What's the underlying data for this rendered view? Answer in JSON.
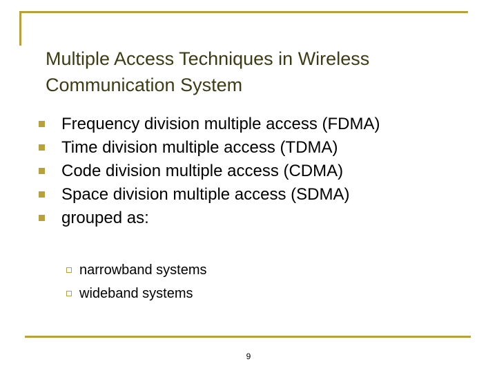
{
  "slide": {
    "title": "Multiple Access Techniques in Wireless Communication System",
    "bullets": [
      "Frequency division multiple access (FDMA)",
      "Time division multiple access (TDMA)",
      "Code division multiple access (CDMA)",
      "Space division multiple access (SDMA)",
      "grouped as:"
    ],
    "sub_bullets": [
      "narrowband systems",
      "wideband systems"
    ],
    "page_number": "9"
  },
  "colors": {
    "accent": "#b8a03a",
    "title": "#3c3c14",
    "text": "#000000",
    "background": "#ffffff"
  },
  "icons": {
    "bullet": "filled-square-bullet-icon",
    "sub_bullet": "hollow-square-bullet-icon"
  }
}
